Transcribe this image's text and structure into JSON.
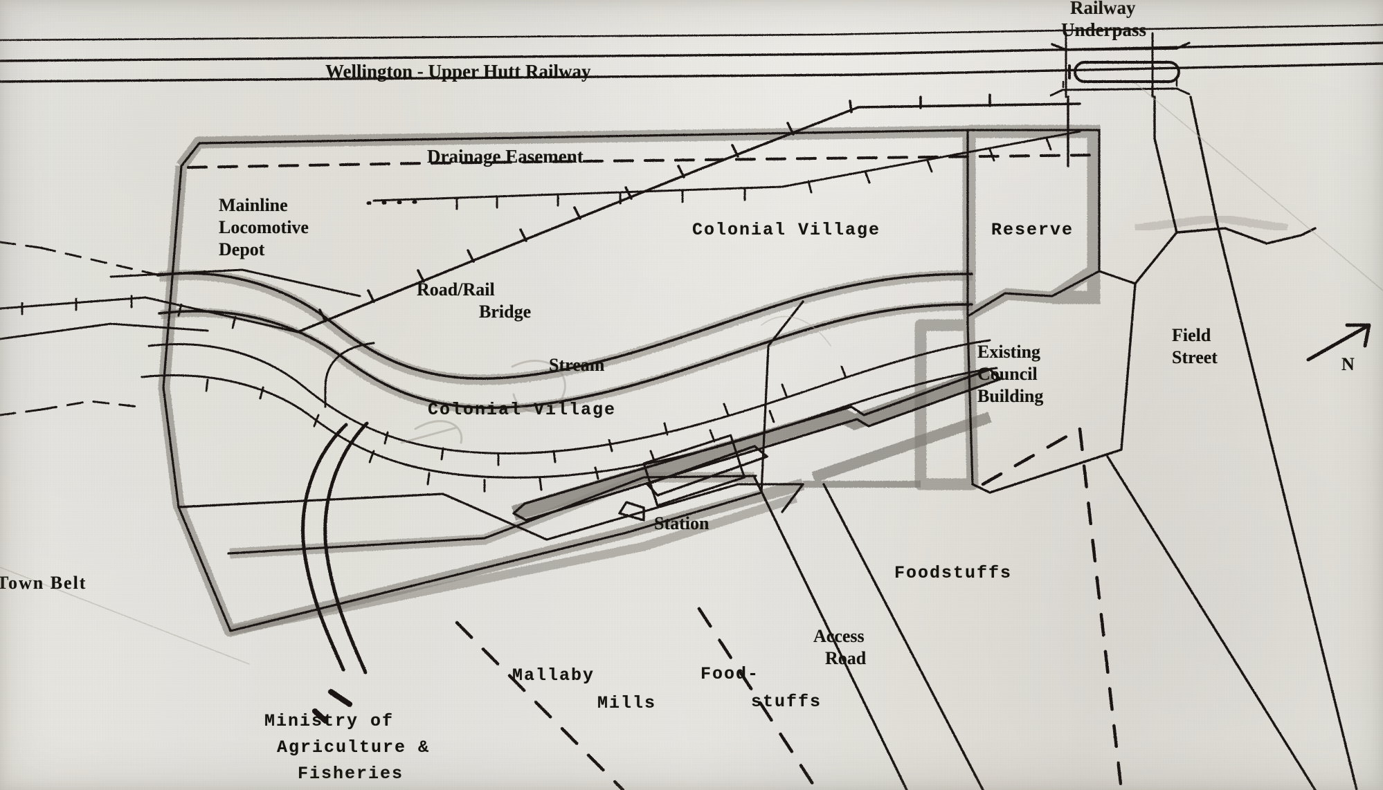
{
  "document": {
    "type": "site-plan",
    "medium": "scanned paper drawing",
    "orientation_marker": "N",
    "paper_color": "#f2f1ee",
    "ink_color": "#17150f",
    "shading_color": "#8d8a84"
  },
  "labels": {
    "railway_underpass_l1": "Railway",
    "railway_underpass_l2": "Underpass",
    "main_railway": "Wellington - Upper Hutt Railway",
    "drainage_easement": "Drainage Easement",
    "depot_l1": "Mainline",
    "depot_l2": "Locomotive",
    "depot_l3": "Depot",
    "colonial_village_north": "Colonial Village",
    "colonial_village_south": "Colonial Village",
    "reserve": "Reserve",
    "road_rail_bridge_l1": "Road/Rail",
    "road_rail_bridge_l2": "Bridge",
    "stream": "Stream",
    "existing_council_l1": "Existing",
    "existing_council_l2": "Council",
    "existing_council_l3": "Building",
    "field_street_l1": "Field",
    "field_street_l2": "Street",
    "station": "Station",
    "town_belt": "Town Belt",
    "foodstuffs_right": "Foodstuffs",
    "access_road_l1": "Access",
    "access_road_l2": "Road",
    "foodstuffs_lower_l1": "Food-",
    "foodstuffs_lower_l2": "stuffs",
    "mallaby_mills_l1": "Mallaby",
    "mallaby_mills_l2": "Mills",
    "maf_l1": "Ministry of",
    "maf_l2": "Agriculture &",
    "maf_l3": "Fisheries",
    "north": "N"
  },
  "map_features": [
    {
      "name": "wellington-upper-hutt-railway",
      "kind": "railway-corridor",
      "style": "double parallel line across full width"
    },
    {
      "name": "railway-underpass",
      "kind": "structure",
      "style": "rounded capsule symbol on road crossing"
    },
    {
      "name": "drainage-easement",
      "kind": "easement",
      "style": "long dashed line"
    },
    {
      "name": "colonial-village-parcel",
      "kind": "parcel",
      "style": "shaded boundary band"
    },
    {
      "name": "reserve-parcel",
      "kind": "parcel",
      "style": "shaded boundary band"
    },
    {
      "name": "stream",
      "kind": "watercourse",
      "style": "double bank with grey shading"
    },
    {
      "name": "station-platform",
      "kind": "building",
      "style": "elongated shaded rectangle"
    },
    {
      "name": "station-building",
      "kind": "building",
      "style": "white rectangle outline"
    },
    {
      "name": "siding-tracks",
      "kind": "railway",
      "style": "lines with sleeper tick marks"
    },
    {
      "name": "road-rail-bridge",
      "kind": "structure",
      "style": "diagonal ticked line"
    },
    {
      "name": "access-road",
      "kind": "road",
      "style": "double solid line"
    },
    {
      "name": "field-street",
      "kind": "road",
      "style": "double solid line"
    },
    {
      "name": "property-boundaries",
      "kind": "boundary",
      "style": "dashed lines"
    },
    {
      "name": "north-arrow",
      "kind": "compass",
      "style": "arrow pointing upper-right"
    }
  ]
}
